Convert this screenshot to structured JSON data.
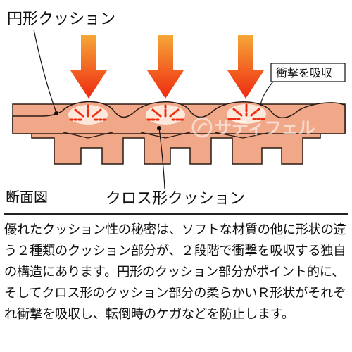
{
  "diagram": {
    "label_round_cushion": "円形クッション",
    "label_absorb": "衝撃を吸収",
    "label_cross_section": "断面図",
    "label_cross_cushion": "クロス形クッション",
    "watermark": "サティフェル",
    "colors": {
      "cushion_fill": "#f0a888",
      "cushion_stroke": "#2a1a14",
      "arrow_red": "#ee2a10",
      "arrow_orange": "#f6a638",
      "impact_white": "#fff4ea"
    },
    "icons": [
      "down-arrow-icon",
      "impact-burst-icon",
      "pointer-dot-icon",
      "watermark-logo-icon"
    ]
  },
  "description": "優れたクッション性の秘密は、ソフトな材質の他に形状の違う２種類のクッション部分が、２段階で衝撃を吸収する独自の構造にあります。円形のクッション部分がポイント的に、そしてクロス形のクッション部分の柔らかいＲ形状がそれぞれ衝撃を吸収し、転倒時のケガなどを防止します。"
}
